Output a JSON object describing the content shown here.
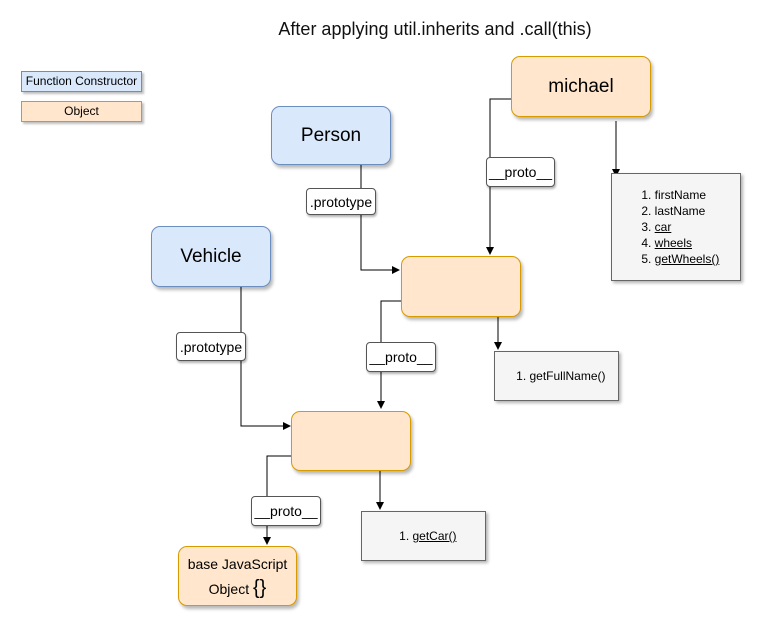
{
  "title": "After applying util.inherits and .call(this)",
  "legend": {
    "function_constructor": "Function Constructor",
    "object": "Object"
  },
  "nodes": {
    "person": "Person",
    "vehicle": "Vehicle",
    "michael": "michael",
    "person_prototype": "",
    "vehicle_prototype": "",
    "base_object_line1": "base JavaScript",
    "base_object_line2": "Object",
    "base_object_brace": "{}"
  },
  "edge_labels": {
    "person_prototype": ".prototype",
    "vehicle_prototype": ".prototype",
    "michael_proto": "__proto__",
    "person_proto_proto": "__proto__",
    "vehicle_proto_proto": "__proto__"
  },
  "notes": {
    "michael_props": [
      "firstName",
      "lastName",
      "car",
      "wheels",
      "getWheels()"
    ],
    "michael_props_underlined": [
      false,
      false,
      true,
      true,
      true
    ],
    "person_proto_methods": [
      "getFullName()"
    ],
    "vehicle_proto_methods": [
      "getCar()"
    ]
  },
  "colors": {
    "function_fill": "#dae8fc",
    "function_stroke": "#6c8ebf",
    "object_fill": "#ffe6cc",
    "object_stroke": "#d79b00",
    "note_fill": "#f5f5f5",
    "edge": "#000000"
  }
}
